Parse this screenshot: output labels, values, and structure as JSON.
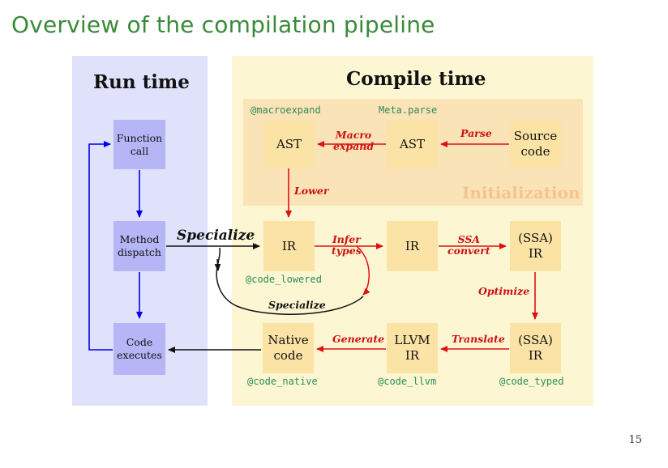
{
  "slide": {
    "title": "Overview of the compilation pipeline",
    "page_number": "15"
  },
  "panels": {
    "runtime_title": "Run time",
    "compile_title": "Compile time",
    "init_title": "Initialization"
  },
  "nodes": {
    "function_call": "Function\ncall",
    "method_dispatch": "Method\ndispatch",
    "code_executes": "Code\nexecutes",
    "source_code": "Source\ncode",
    "ast_parsed": "AST",
    "ast_expanded": "AST",
    "ir_lowered": "IR",
    "ir_inferred": "IR",
    "ssa_ir": "(SSA)\nIR",
    "ssa_ir_typed": "(SSA)\nIR",
    "llvm_ir": "LLVM\nIR",
    "native_code": "Native\ncode"
  },
  "code_labels": {
    "macroexpand": "@macroexpand",
    "meta_parse": "Meta.parse",
    "code_lowered": "@code_lowered",
    "code_native": "@code_native",
    "code_llvm": "@code_llvm",
    "code_typed": "@code_typed"
  },
  "edge_labels": {
    "parse": "Parse",
    "macro_expand": "Macro\nexpand",
    "lower": "Lower",
    "specialize_main": "Specialize",
    "infer_types": "Infer\ntypes",
    "ssa_convert": "SSA\nconvert",
    "optimize": "Optimize",
    "translate": "Translate",
    "generate": "Generate",
    "specialize_loop": "Specialize"
  },
  "colors": {
    "title_green": "#3a8a3a",
    "runtime_bg": "#e0e1fb",
    "compile_bg": "#fdf6d3",
    "init_bg": "#fbe3b8",
    "init_text": "#f4c48c",
    "blue_box": "#b6b6f6",
    "yellow_box": "#fbe3a6",
    "blue_arrow": "#0000ee",
    "red_arrow": "#dd1111",
    "black_arrow": "#111111",
    "code_green": "#2c8c55"
  }
}
